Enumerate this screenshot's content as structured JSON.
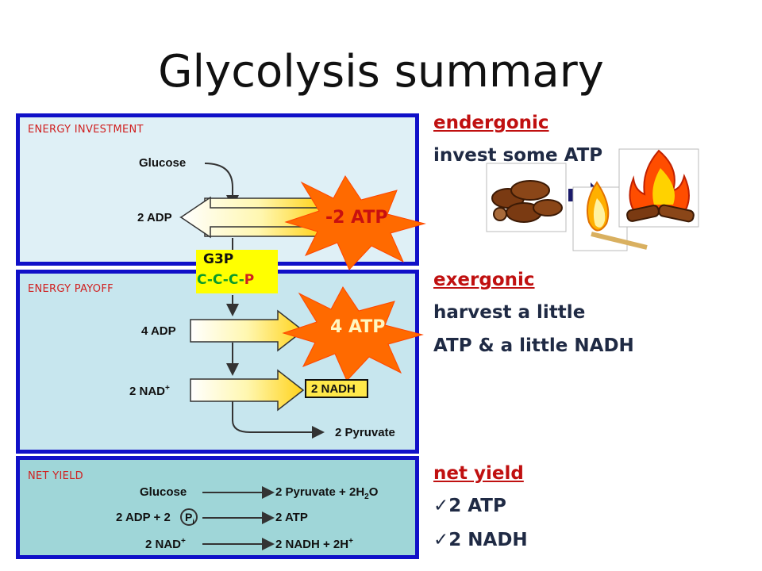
{
  "title": "Glycolysis summary",
  "panels": {
    "investment": {
      "label": "ENERGY INVESTMENT",
      "glucose": "Glucose",
      "adp": "2 ADP"
    },
    "payoff": {
      "label": "ENERGY PAYOFF",
      "adp": "4 ADP",
      "nad_main": "2 NAD",
      "nad_sup": "+",
      "nadh": "2 NADH",
      "pyruvate": "2 Pyruvate"
    },
    "net": {
      "label": "NET YIELD",
      "row1_left": "Glucose",
      "row1_right_main": "2 Pyruvate + 2H",
      "row1_right_sub": "2",
      "row1_right_end": "O",
      "row2_left_main": "2 ADP + 2",
      "row2_pi": "P",
      "row2_pi_sub": "i",
      "row2_right": "2 ATP",
      "row3_left_main": "2 NAD",
      "row3_left_sup": "+",
      "row3_right_main": "2 NADH + 2H",
      "row3_right_sup": "+"
    }
  },
  "bursts": {
    "invest": "-2 ATP",
    "payoff": "4 ATP"
  },
  "g3p": {
    "line1": "G3P",
    "line2_ccc": "C-C-C-",
    "line2_p": "P"
  },
  "right": {
    "endergonic_head": "endergonic",
    "endergonic_body": "invest some ATP",
    "exergonic_head": "exergonic",
    "exergonic_line1": "harvest a little",
    "exergonic_line2": "ATP & a little NADH",
    "net_head": "net yield",
    "net_item1": "2 ATP",
    "net_item2": "2 NADH",
    "check": "✓"
  },
  "colors": {
    "panel_border": "#1010c8",
    "burst_fill": "#ff6a00",
    "burst_text": "#c81010",
    "heading": "#c01010",
    "body_text": "#1f2a44"
  }
}
